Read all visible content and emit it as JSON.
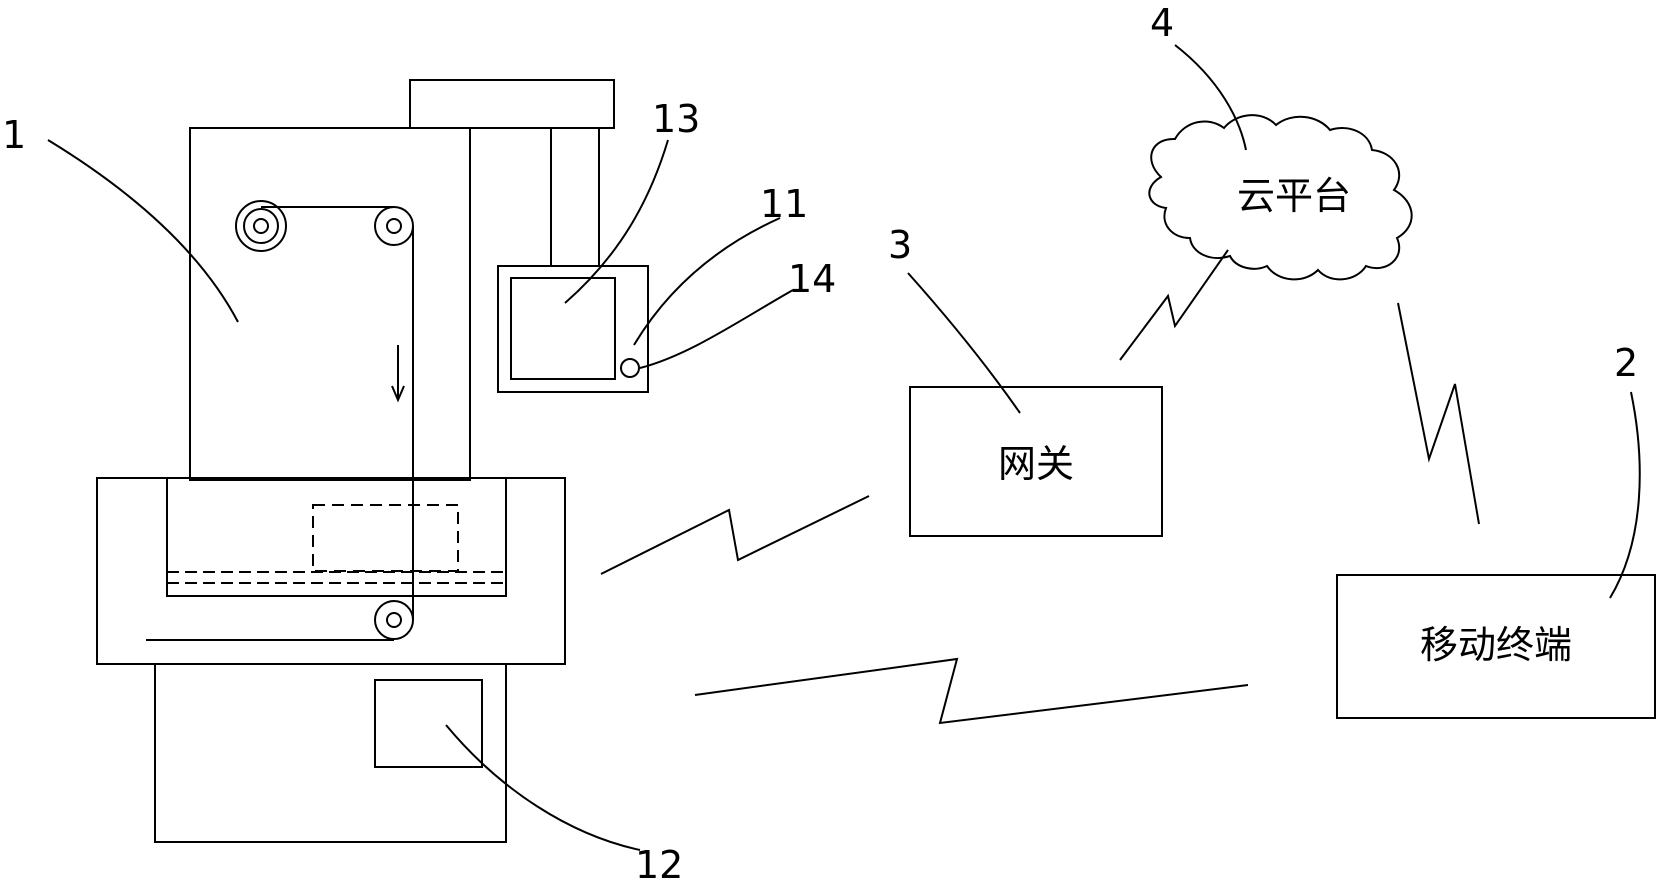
{
  "reference_numerals": {
    "machine": "1",
    "mobile_terminal": "2",
    "gateway": "3",
    "cloud": "4",
    "control_box": "11",
    "bottom_module": "12",
    "screen": "13",
    "indicator": "14"
  },
  "labels": {
    "gateway": "网关",
    "cloud_platform": "云平台",
    "mobile_terminal": "移动终端"
  },
  "colors": {
    "stroke": "#000000",
    "background": "#ffffff"
  }
}
